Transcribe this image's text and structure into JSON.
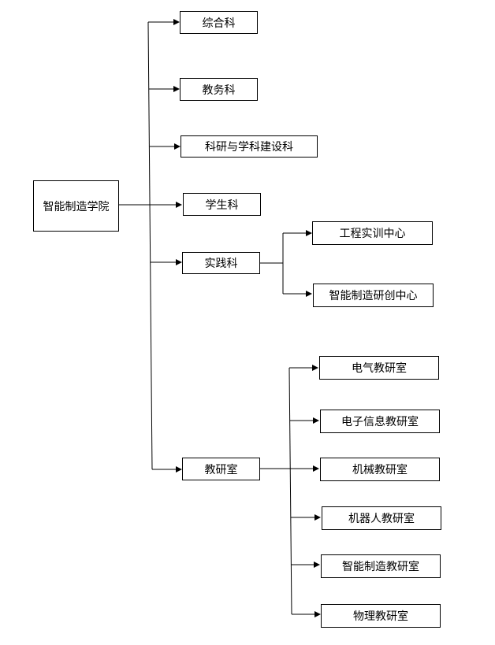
{
  "root": {
    "label": "智能制造学院"
  },
  "departments": [
    {
      "label": "综合科"
    },
    {
      "label": "教务科"
    },
    {
      "label": "科研与学科建设科"
    },
    {
      "label": "学生科"
    },
    {
      "label": "实践科"
    },
    {
      "label": "教研室"
    }
  ],
  "practice_children": [
    {
      "label": "工程实训中心"
    },
    {
      "label": "智能制造研创中心"
    }
  ],
  "teaching_children": [
    {
      "label": "电气教研室"
    },
    {
      "label": "电子信息教研室"
    },
    {
      "label": "机械教研室"
    },
    {
      "label": "机器人教研室"
    },
    {
      "label": "智能制造教研室"
    },
    {
      "label": "物理教研室"
    }
  ],
  "colors": {
    "line": "#000000",
    "box_border": "#000000",
    "background": "#ffffff"
  }
}
